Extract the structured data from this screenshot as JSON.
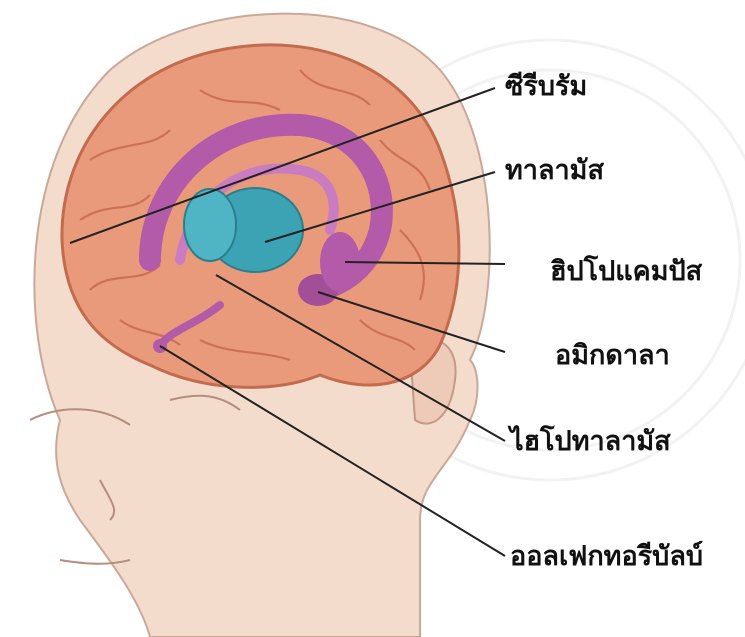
{
  "labels": {
    "cerebrum": "ซีรีบรัม",
    "thalamus": "ทาลามัส",
    "hippocampus": "ฮิปโปแคมปัส",
    "amygdala": "อมิกดาลา",
    "hypothalamus": "ไฮโปทาลามัส",
    "olfactory_bulb": "ออลเฟกทอรีบัลบ์"
  },
  "colors": {
    "skin": "#f4dccd",
    "brain": "#e99a7a",
    "limbic": "#b35aa8",
    "thalamus": "#3ba3b3",
    "leader": "#222222"
  }
}
